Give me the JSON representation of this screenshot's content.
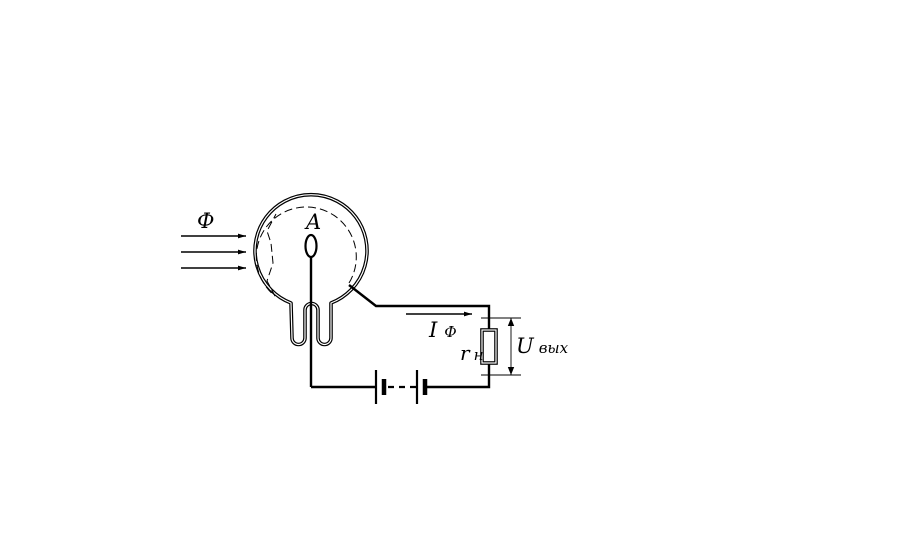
{
  "labels": {
    "flux": "Ф",
    "anode": "A",
    "current_main": "I",
    "current_sub": "Ф",
    "load_main": "r",
    "load_sub": "н",
    "voltage_main": "U",
    "voltage_sub": "вых"
  },
  "colors": {
    "stroke": "#000000",
    "background": "#ffffff"
  }
}
